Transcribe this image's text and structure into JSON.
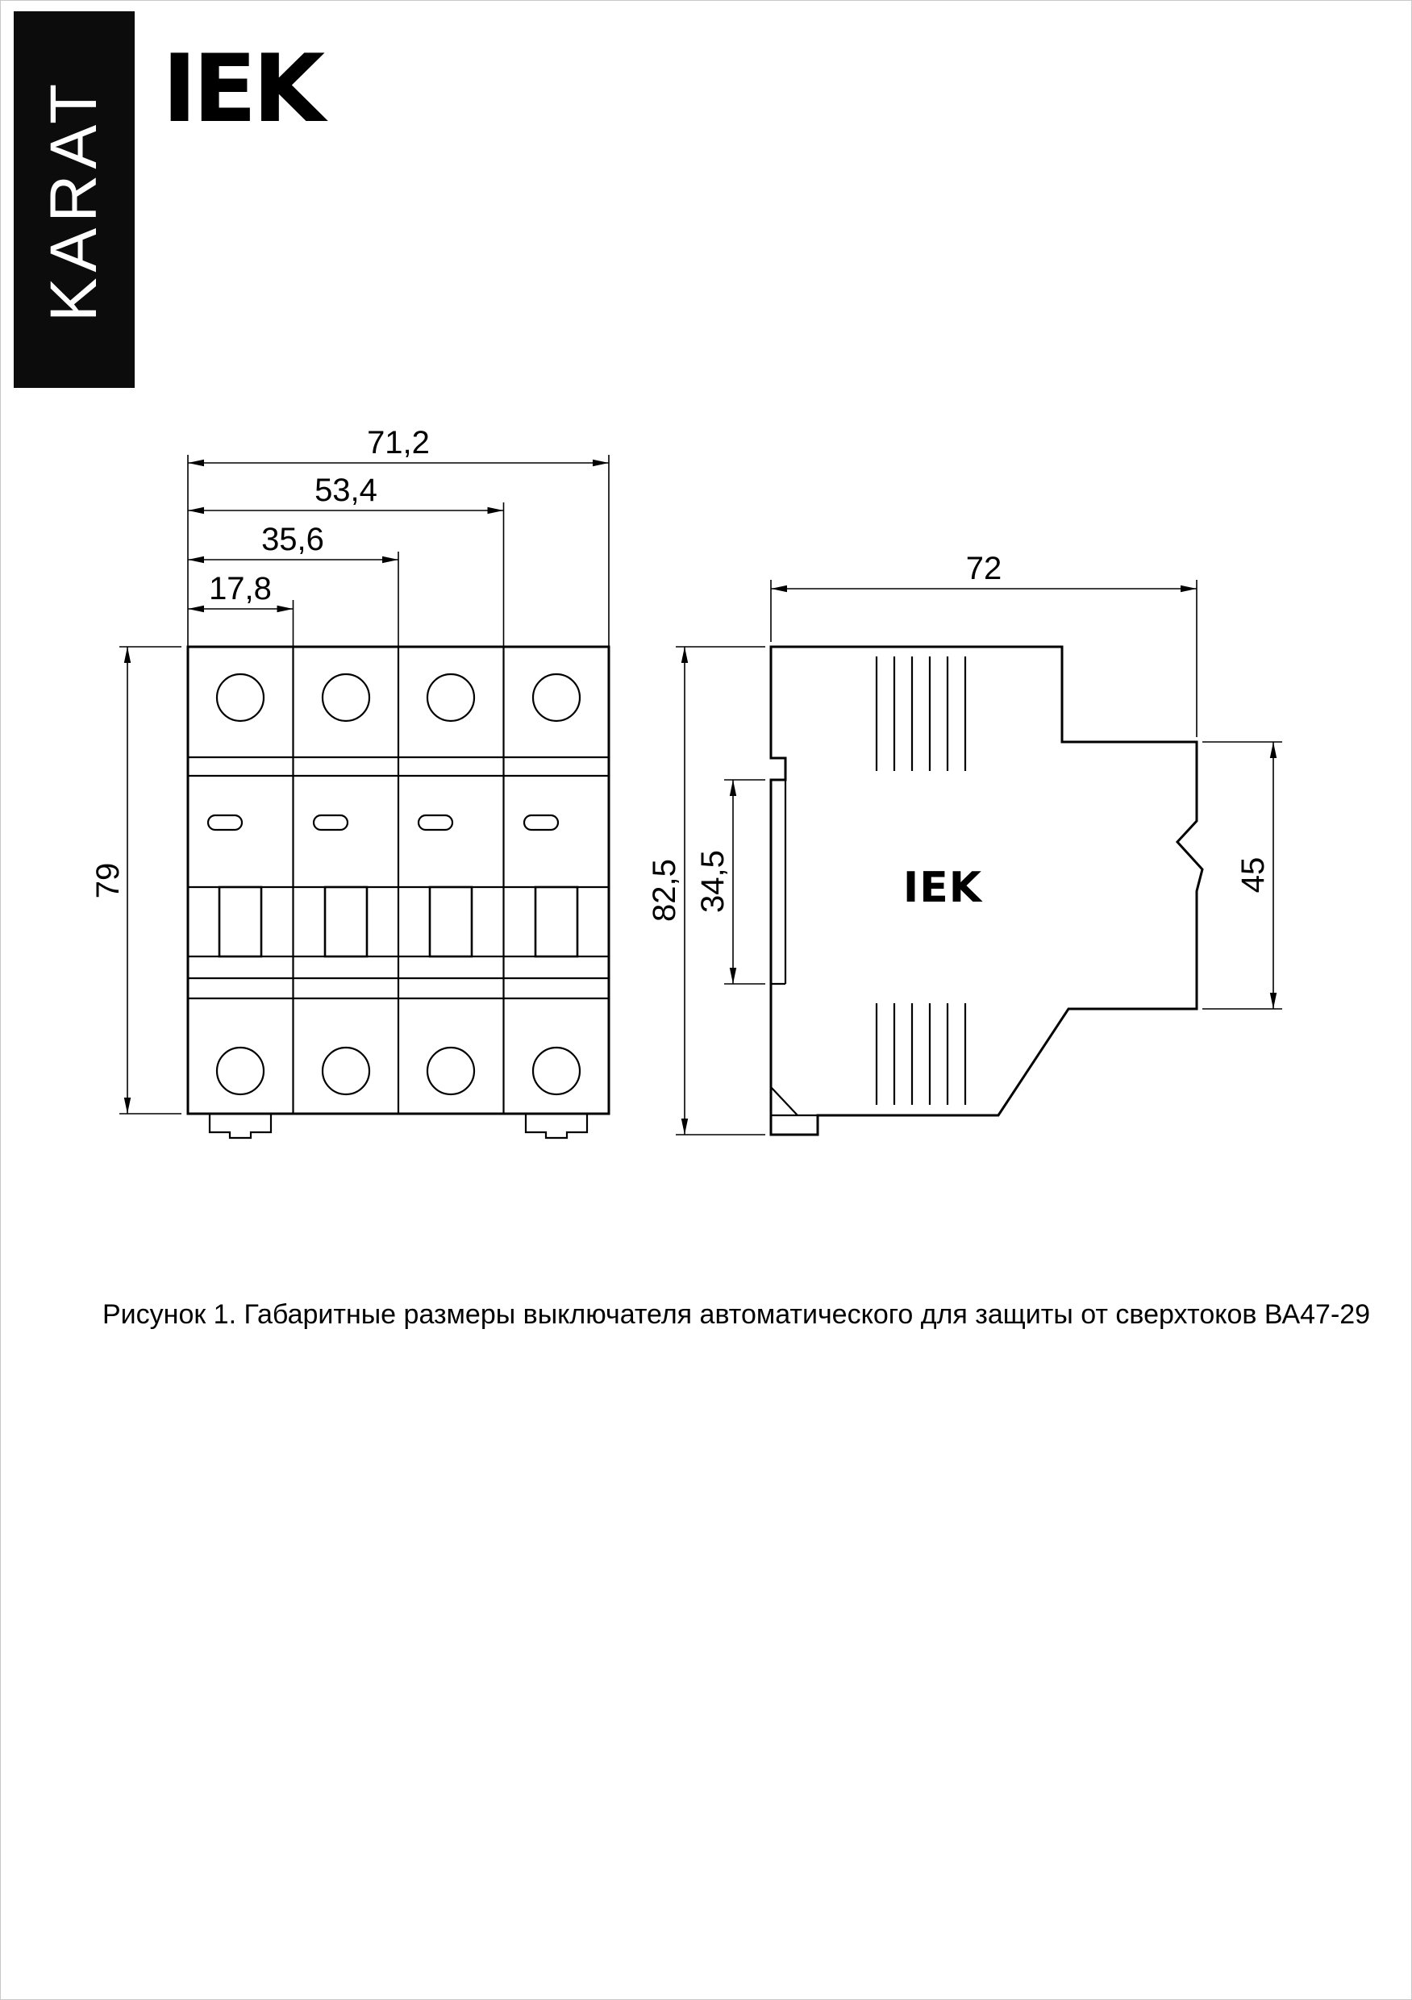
{
  "page": {
    "caption": "Рисунок 1. Габаритные размеры выключателя автоматического для защиты от сверхтоков ВА47-29"
  },
  "brand": {
    "vertical_label": "KARAT",
    "logo_text": "IEK"
  },
  "figure": {
    "front_view": {
      "dim_width_total": "71,2",
      "dim_width_3mod": "53,4",
      "dim_width_2mod": "35,6",
      "dim_width_1mod": "17,8",
      "dim_height": "79"
    },
    "side_view": {
      "dim_width": "72",
      "dim_height_total": "82,5",
      "dim_rail_seat": "34,5",
      "dim_front_depth": "45",
      "logo_text": "IEK"
    }
  }
}
